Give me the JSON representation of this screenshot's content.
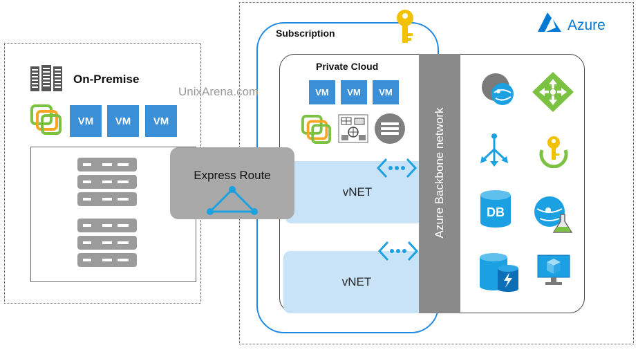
{
  "on_premise": {
    "title": "On-Premise",
    "vm_labels": [
      "VM",
      "VM",
      "VM"
    ]
  },
  "watermark": "UnixArena.com",
  "express_route": {
    "label": "Express Route"
  },
  "subscription": {
    "label": "Subscription"
  },
  "private_cloud": {
    "title": "Private Cloud",
    "vm_labels": [
      "VM",
      "VM",
      "VM"
    ]
  },
  "vnets": [
    "vNET",
    "vNET"
  ],
  "backbone": {
    "label": "Azure Backbone network"
  },
  "azure": {
    "brand": "Azure",
    "services_icons": [
      "web-app-icon",
      "traffic-manager-icon",
      "load-balancer-icon",
      "key-vault-icon",
      "database-icon",
      "web-test-icon",
      "sql-stretch-db-icon",
      "virtual-machine-icon"
    ]
  },
  "colors": {
    "vm_blue": "#3a8fd6",
    "azure_blue": "#0078d4",
    "vnet_fill": "#c8e2f7",
    "backbone_gray": "#8a8a8a",
    "express_gray": "#a9a9a9",
    "key_gold": "#f2c200",
    "vmware_green": "#7bc142",
    "vmware_orange": "#f5a623"
  }
}
